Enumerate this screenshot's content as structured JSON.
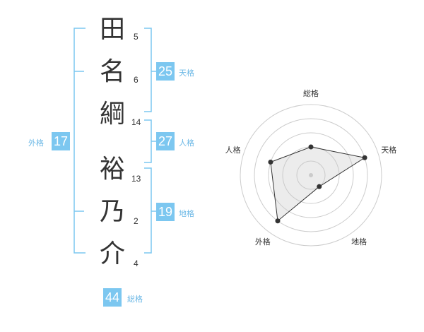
{
  "name_chars": [
    {
      "char": "田",
      "strokes": "5"
    },
    {
      "char": "名",
      "strokes": "6"
    },
    {
      "char": "綱",
      "strokes": "14"
    },
    {
      "char": "裕",
      "strokes": "13"
    },
    {
      "char": "乃",
      "strokes": "2"
    },
    {
      "char": "介",
      "strokes": "4"
    }
  ],
  "kaku": {
    "tenkaku": {
      "value": "25",
      "label": "天格"
    },
    "jinkaku": {
      "value": "27",
      "label": "人格"
    },
    "chikaku": {
      "value": "19",
      "label": "地格"
    },
    "gaikaku": {
      "value": "17",
      "label": "外格"
    },
    "soukaku": {
      "value": "44",
      "label": "総格"
    }
  },
  "colors": {
    "accent": "#7cc7f0",
    "text": "#333333"
  },
  "chart_data": {
    "type": "radar",
    "axes": [
      "総格",
      "天格",
      "地格",
      "外格",
      "人格"
    ],
    "values": [
      2,
      4,
      1,
      4,
      3
    ],
    "max": 5
  }
}
